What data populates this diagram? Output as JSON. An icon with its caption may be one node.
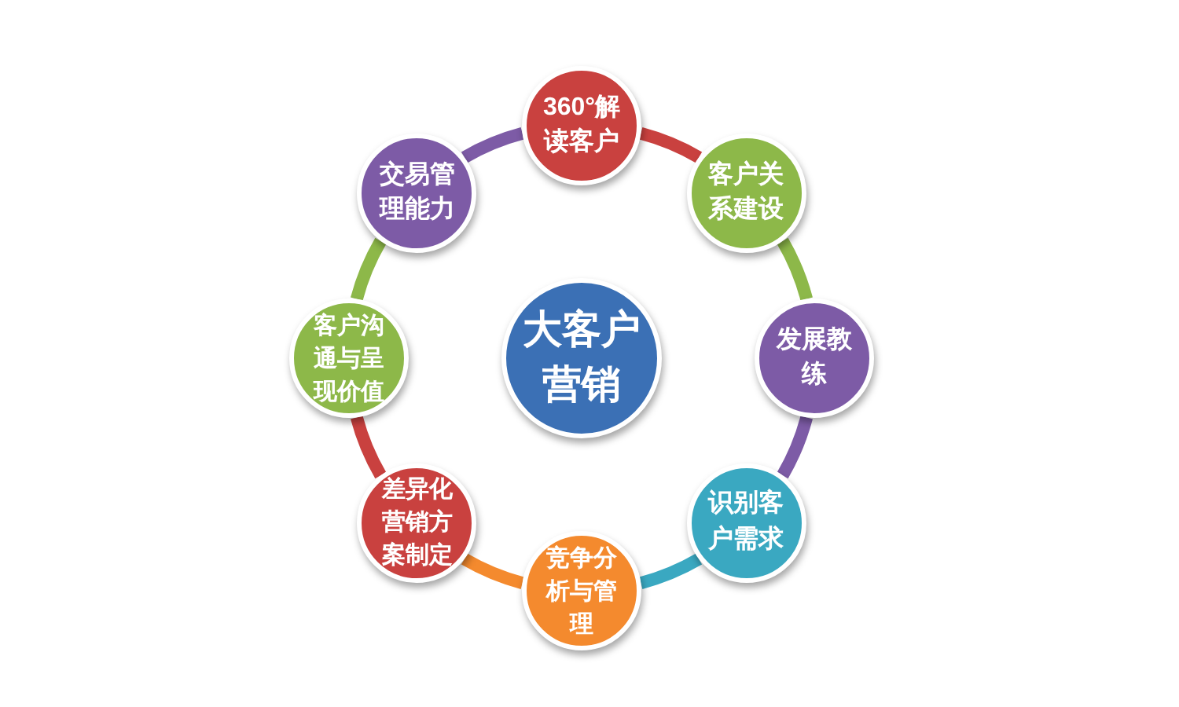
{
  "diagram": {
    "nodes": [
      {
        "text": [
          "大客户营销"
        ]
      },
      {
        "text": [
          "360°解读客户"
        ]
      },
      {
        "text": [
          "客户关系建设"
        ]
      },
      {
        "text": [
          "发展教练"
        ]
      },
      {
        "text": [
          "识别客户需求"
        ]
      },
      {
        "text": [
          "竞争分析与管理"
        ]
      },
      {
        "text": [
          "差异化营销方案制定"
        ]
      },
      {
        "text": [
          "客户沟通与呈现价值"
        ]
      },
      {
        "text": [
          "交易管理能力"
        ]
      }
    ],
    "edges": [
      {
        "from": 1,
        "to": 2,
        "arrow": "none",
        "color": "#c9413f"
      },
      {
        "from": 2,
        "to": 3,
        "arrow": "none",
        "color": "#8db849"
      },
      {
        "from": 3,
        "to": 4,
        "arrow": "none",
        "color": "#7d5ba6"
      },
      {
        "from": 4,
        "to": 5,
        "arrow": "none",
        "color": "#3aa8c1"
      },
      {
        "from": 5,
        "to": 6,
        "arrow": "none",
        "color": "#f48a2e"
      },
      {
        "from": 6,
        "to": 7,
        "arrow": "none",
        "color": "#c9413f"
      },
      {
        "from": 7,
        "to": 8,
        "arrow": "none",
        "color": "#8db849"
      },
      {
        "from": 8,
        "to": 1,
        "arrow": "none",
        "color": "#7d5ba6"
      }
    ]
  }
}
